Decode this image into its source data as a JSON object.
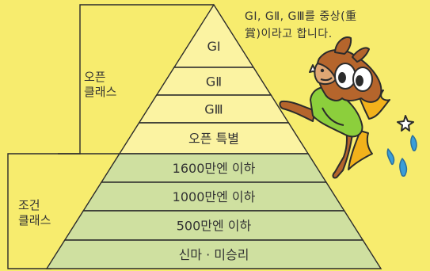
{
  "note": {
    "line1": "GⅠ, GⅡ, GⅢ를  중상(重",
    "line2": "賞)이라고 합니다."
  },
  "groups": {
    "open": {
      "line1": "오픈",
      "line2": "클래스"
    },
    "conditional": {
      "line1": "조건",
      "line2": "클래스"
    }
  },
  "tiers": [
    {
      "label": "GⅠ",
      "group": "open"
    },
    {
      "label": "GⅡ",
      "group": "open"
    },
    {
      "label": "GⅢ",
      "group": "open"
    },
    {
      "label": "오픈 특별",
      "group": "open"
    },
    {
      "label": "1600만엔 이하",
      "group": "conditional"
    },
    {
      "label": "1000만엔 이하",
      "group": "conditional"
    },
    {
      "label": "500만엔 이하",
      "group": "conditional"
    },
    {
      "label": "신마 · 미승리",
      "group": "conditional"
    }
  ],
  "colors": {
    "background": "#f7ec6e",
    "open_fill": "#fbf3a2",
    "conditional_fill": "#cfe0a0",
    "outline": "#2b2b2b",
    "mascot_body": "#b5652c",
    "mascot_shirt": "#8ccf3c",
    "mascot_hair": "#f2b21b",
    "sweat": "#3a9ed8"
  },
  "mascot": {
    "icon": "horse-mascot-icon"
  }
}
